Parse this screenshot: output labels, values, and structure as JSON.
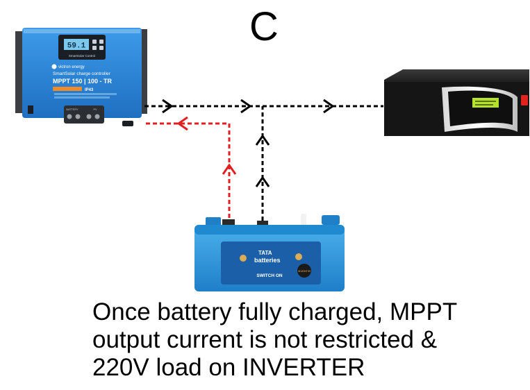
{
  "diagram": {
    "heading": "C",
    "caption_lines": [
      "Once battery fully charged, MPPT",
      "output current is not restricted &",
      "220V load on INVERTER"
    ]
  },
  "mppt_controller": {
    "brand": "victron energy",
    "line1": "SmartSolar charge controller",
    "model": "MPPT 150 | 100 - TR",
    "badge": "IP43",
    "display": "59.1",
    "panel_label": "SmartSolar Control",
    "port_left": "BATTERY",
    "port_right": "PV"
  },
  "battery": {
    "brand": "TATA",
    "brand_sub": "batteries",
    "tagline": "SWITCH ON",
    "warranty": "36 MONTHS"
  },
  "colors": {
    "charge_flow": "#e02020",
    "power_flow": "#000000",
    "controller_blue": "#2f8ad9",
    "battery_blue": "#2f97d8",
    "inverter_screen": "#b5e32c",
    "inverter_switch": "#e0231f"
  }
}
